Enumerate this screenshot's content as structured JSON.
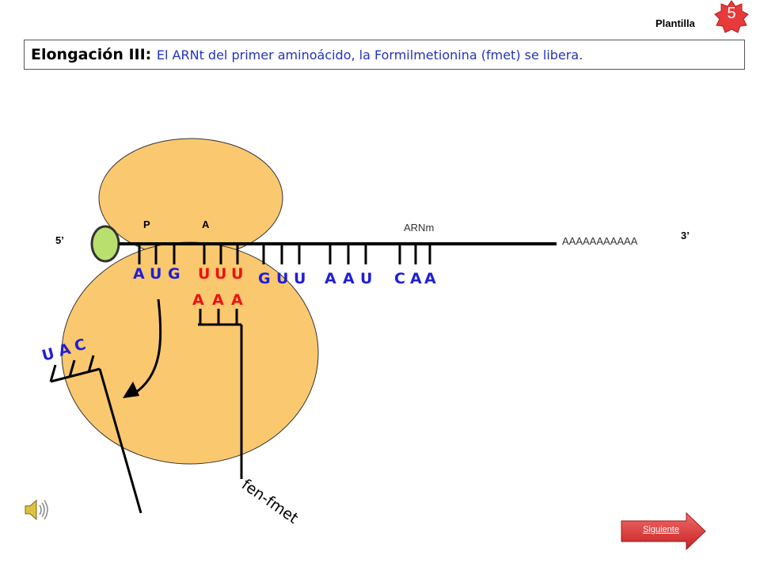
{
  "header": {
    "plantilla_label": "Plantilla",
    "slide_number": "5",
    "title_bold": "Elongación III: ",
    "title_rest": "El ARNt del primer aminoácido, la Formilmetionina (fmet) se libera."
  },
  "diagram": {
    "site_p": "P",
    "site_a": "A",
    "mrna_label": "ARNm",
    "five_prime": "5’",
    "three_prime": "3’",
    "poly_a": "AAAAAAAAAAA",
    "codons": [
      {
        "bases": [
          "A",
          "U",
          "G"
        ],
        "color": "#1f1fd6"
      },
      {
        "bases": [
          "U",
          "U",
          "U"
        ],
        "color": "#ee1111"
      },
      {
        "bases": [
          "G",
          "U",
          "U"
        ],
        "color": "#1f1fd6"
      },
      {
        "bases": [
          "A",
          "A",
          "U"
        ],
        "color": "#1f1fd6"
      },
      {
        "bases": [
          "C",
          "A",
          "A"
        ],
        "color": "#1f1fd6"
      }
    ],
    "anticodon_a_site": [
      "A",
      "A",
      "A"
    ],
    "anticodon_released": [
      "U",
      "A",
      "C"
    ],
    "peptide_label": "fen-fmet",
    "colors": {
      "ribosome": "#fac86f",
      "ribosome_stroke": "#333333",
      "green_cap": "#b9e06e",
      "blue": "#1f1fd6",
      "red": "#ee1111",
      "badge": "#e83a3a",
      "button": "#e23b3b"
    }
  },
  "nav": {
    "next_label": "Siguiente"
  }
}
